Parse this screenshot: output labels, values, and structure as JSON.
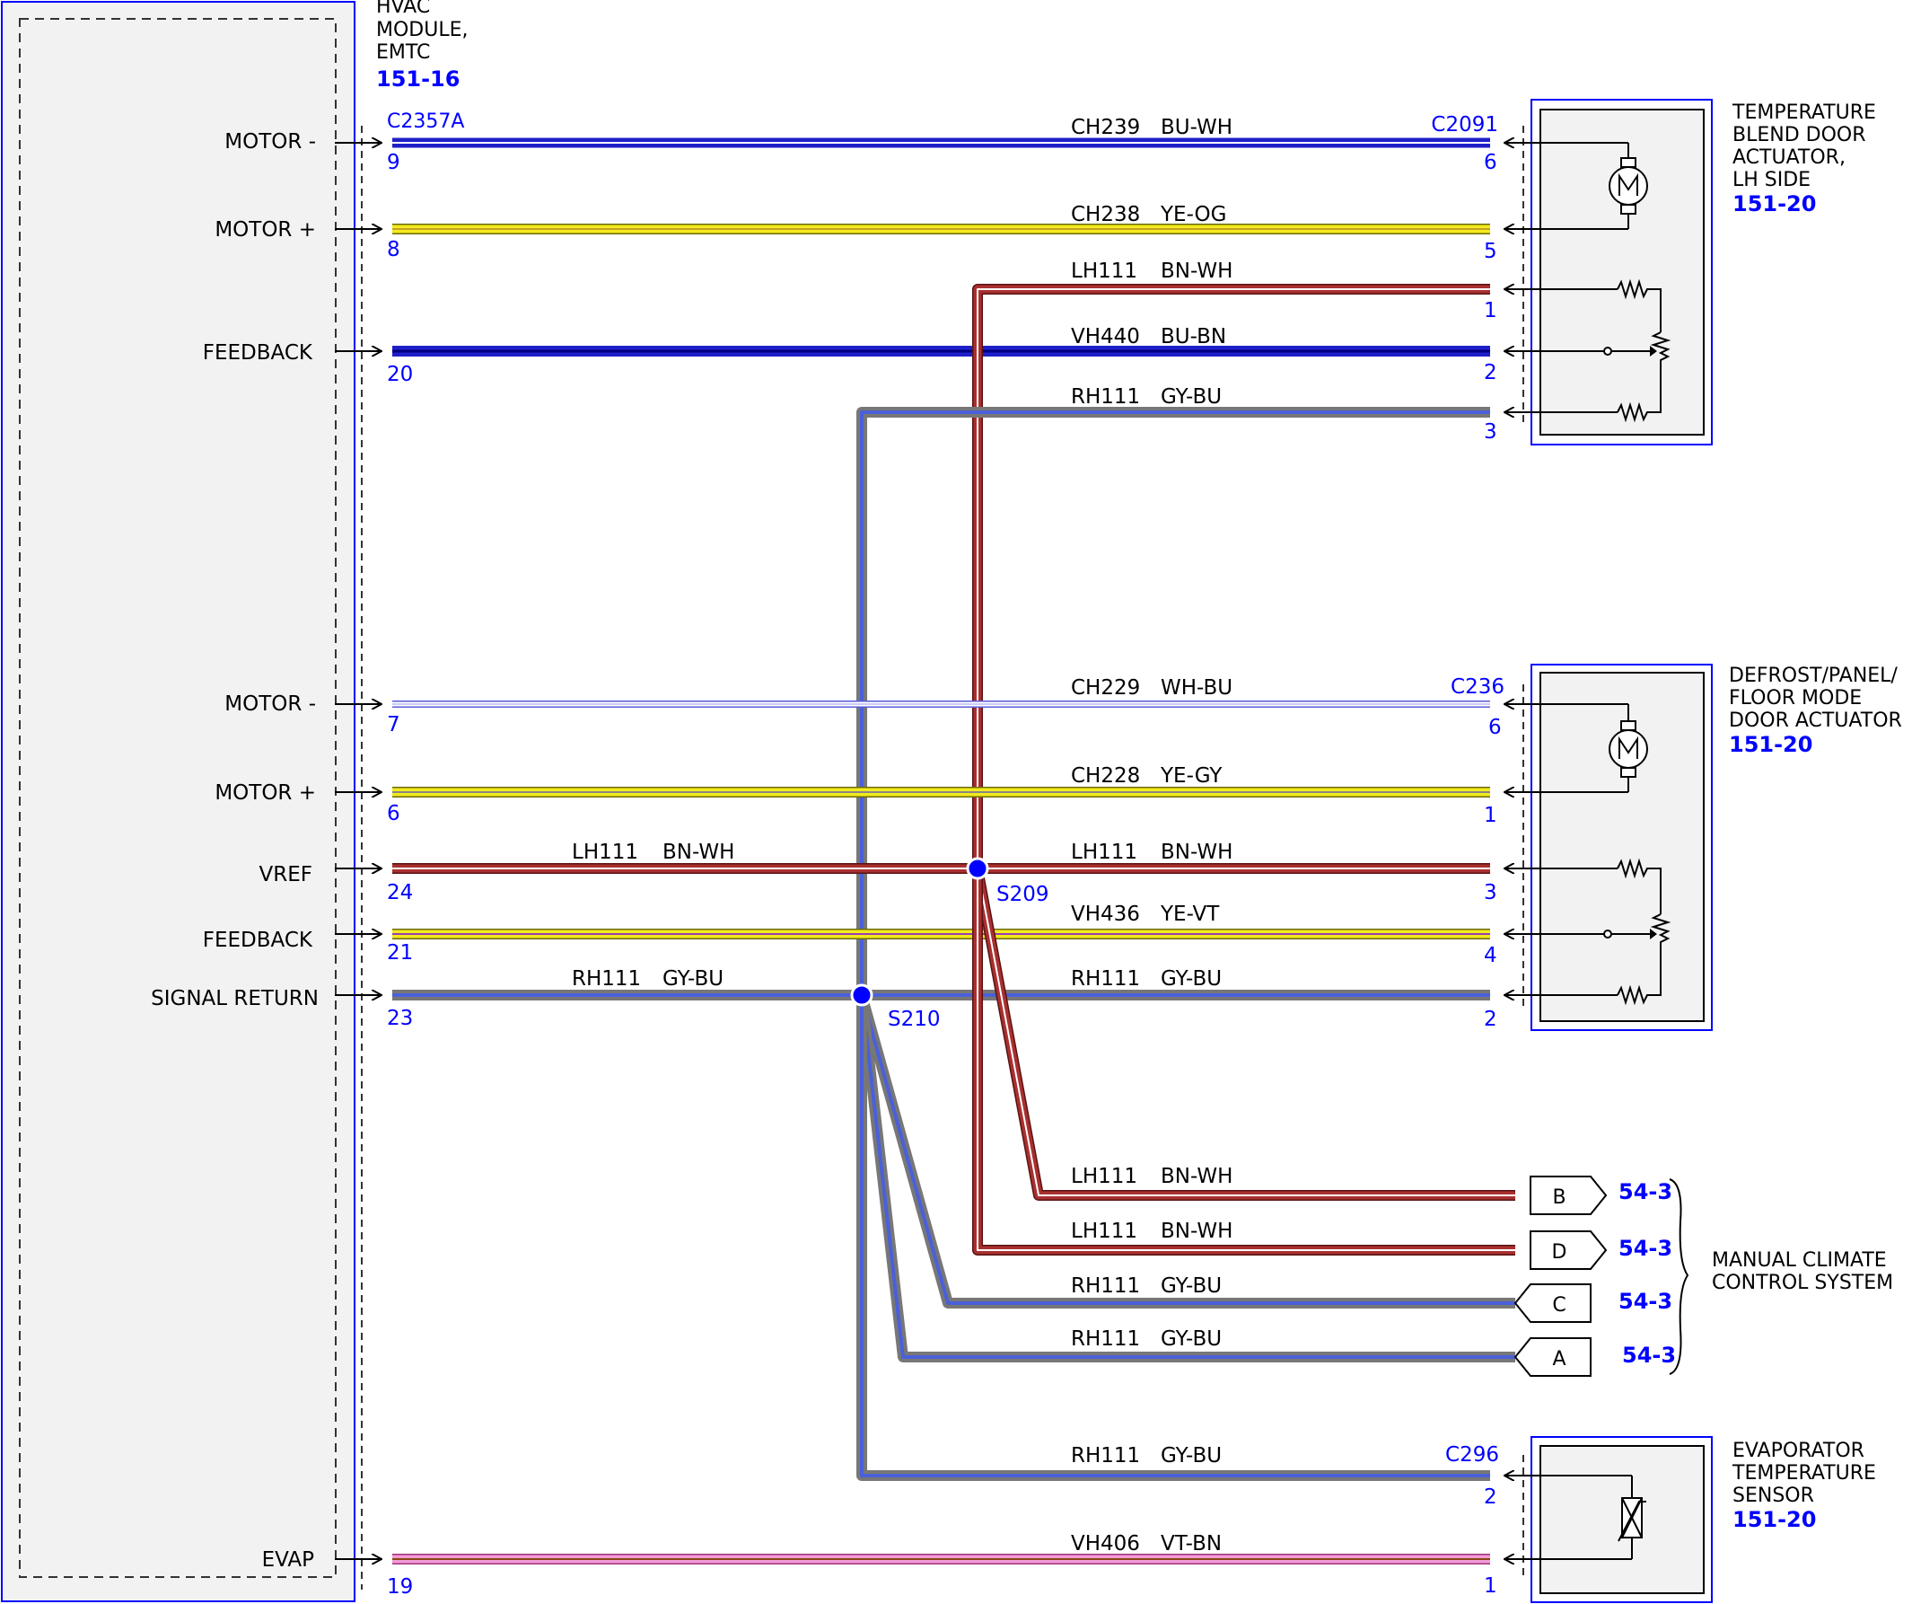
{
  "colors": {
    "blue": "#0000ff",
    "wire_blue": "#1f1fc9",
    "yellow": "#f2ea1d",
    "red_brown": "#a93030",
    "gray": "#888888",
    "gray_blue_stripe": "#4a60d9",
    "white_wire_stripe": "#5a5ad8",
    "pink": "#f29bd8",
    "module_fill": "#f2f2f2"
  },
  "hvac_module": {
    "name_lines": [
      "HVAC",
      "MODULE,",
      "EMTC"
    ],
    "ref": "151-16",
    "connector": "C2357A",
    "pins": [
      {
        "label": "MOTOR -",
        "pin": "9"
      },
      {
        "label": "MOTOR +",
        "pin": "8"
      },
      {
        "label": "FEEDBACK",
        "pin": "20"
      },
      {
        "label": "MOTOR -",
        "pin": "7"
      },
      {
        "label": "MOTOR +",
        "pin": "6"
      },
      {
        "label": "VREF",
        "pin": "24"
      },
      {
        "label": "FEEDBACK",
        "pin": "21"
      },
      {
        "label": "SIGNAL RETURN",
        "pin": "23"
      },
      {
        "label": "EVAP",
        "pin": "19"
      }
    ]
  },
  "wires": [
    {
      "circuit": "CH239",
      "color_code": "BU-WH"
    },
    {
      "circuit": "CH238",
      "color_code": "YE-OG"
    },
    {
      "circuit": "LH111",
      "color_code": "BN-WH"
    },
    {
      "circuit": "VH440",
      "color_code": "BU-BN"
    },
    {
      "circuit": "RH111",
      "color_code": "GY-BU"
    },
    {
      "circuit": "CH229",
      "color_code": "WH-BU"
    },
    {
      "circuit": "CH228",
      "color_code": "YE-GY"
    },
    {
      "circuit": "LH111",
      "color_code": "BN-WH"
    },
    {
      "circuit": "LH111",
      "color_code": "BN-WH"
    },
    {
      "circuit": "VH436",
      "color_code": "YE-VT"
    },
    {
      "circuit": "RH111",
      "color_code": "GY-BU"
    },
    {
      "circuit": "RH111",
      "color_code": "GY-BU"
    },
    {
      "circuit": "LH111",
      "color_code": "BN-WH"
    },
    {
      "circuit": "LH111",
      "color_code": "BN-WH"
    },
    {
      "circuit": "RH111",
      "color_code": "GY-BU"
    },
    {
      "circuit": "RH111",
      "color_code": "GY-BU"
    },
    {
      "circuit": "RH111",
      "color_code": "GY-BU"
    },
    {
      "circuit": "VH406",
      "color_code": "VT-BN"
    }
  ],
  "splices": [
    "S209",
    "S210"
  ],
  "components": [
    {
      "name_lines": [
        "TEMPERATURE",
        "BLEND DOOR",
        "ACTUATOR,",
        "LH SIDE"
      ],
      "ref": "151-20",
      "connector": "C2091",
      "pins": [
        "6",
        "5",
        "1",
        "2",
        "3"
      ]
    },
    {
      "name_lines": [
        "DEFROST/PANEL/",
        "FLOOR MODE",
        "DOOR ACTUATOR"
      ],
      "ref": "151-20",
      "connector": "C236",
      "pins": [
        "6",
        "1",
        "3",
        "4",
        "2"
      ]
    },
    {
      "name_lines": [
        "EVAPORATOR",
        "TEMPERATURE",
        "SENSOR"
      ],
      "ref": "151-20",
      "connector": "C296",
      "pins": [
        "2",
        "1"
      ]
    }
  ],
  "manual_climate": {
    "name_lines": [
      "MANUAL CLIMATE",
      "CONTROL SYSTEM"
    ],
    "connectors": [
      {
        "letter": "B",
        "ref": "54-3"
      },
      {
        "letter": "D",
        "ref": "54-3"
      },
      {
        "letter": "C",
        "ref": "54-3"
      },
      {
        "letter": "A",
        "ref": "54-3"
      }
    ]
  }
}
